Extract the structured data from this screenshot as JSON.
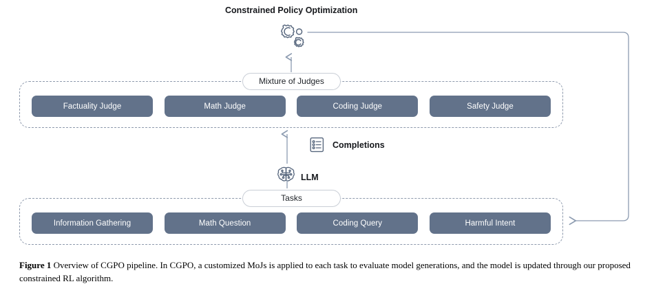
{
  "figure": {
    "title": "Constrained Policy Optimization",
    "caption_label": "Figure 1",
    "caption_text": "Overview of CGPO pipeline. In CGPO, a customized MoJs is applied to each task to evaluate model generations, and the model is updated through our proposed constrained RL algorithm."
  },
  "judges_group": {
    "label": "Mixture of Judges",
    "items": [
      {
        "label": "Factuality Judge"
      },
      {
        "label": "Math Judge"
      },
      {
        "label": "Coding Judge"
      },
      {
        "label": "Safety Judge"
      }
    ]
  },
  "tasks_group": {
    "label": "Tasks",
    "items": [
      {
        "label": "Information Gathering"
      },
      {
        "label": "Math Question"
      },
      {
        "label": "Coding Query"
      },
      {
        "label": "Harmful Intent"
      }
    ]
  },
  "middle": {
    "llm_label": "LLM",
    "completions_label": "Completions"
  },
  "icons": {
    "gears": "gears-icon",
    "brain": "brain-icon",
    "checklist": "checklist-icon",
    "arrow_up": "arrow-up-icon",
    "feedback_loop": "feedback-loop-arrow-icon"
  },
  "colors": {
    "pill_fill": "#62728a",
    "pill_text": "#ffffff",
    "dashed_border": "#8c98ab",
    "label_border": "#c9ced6",
    "connector": "#8c9bb0",
    "icon_stroke": "#55657c",
    "title_text": "#16181c"
  }
}
